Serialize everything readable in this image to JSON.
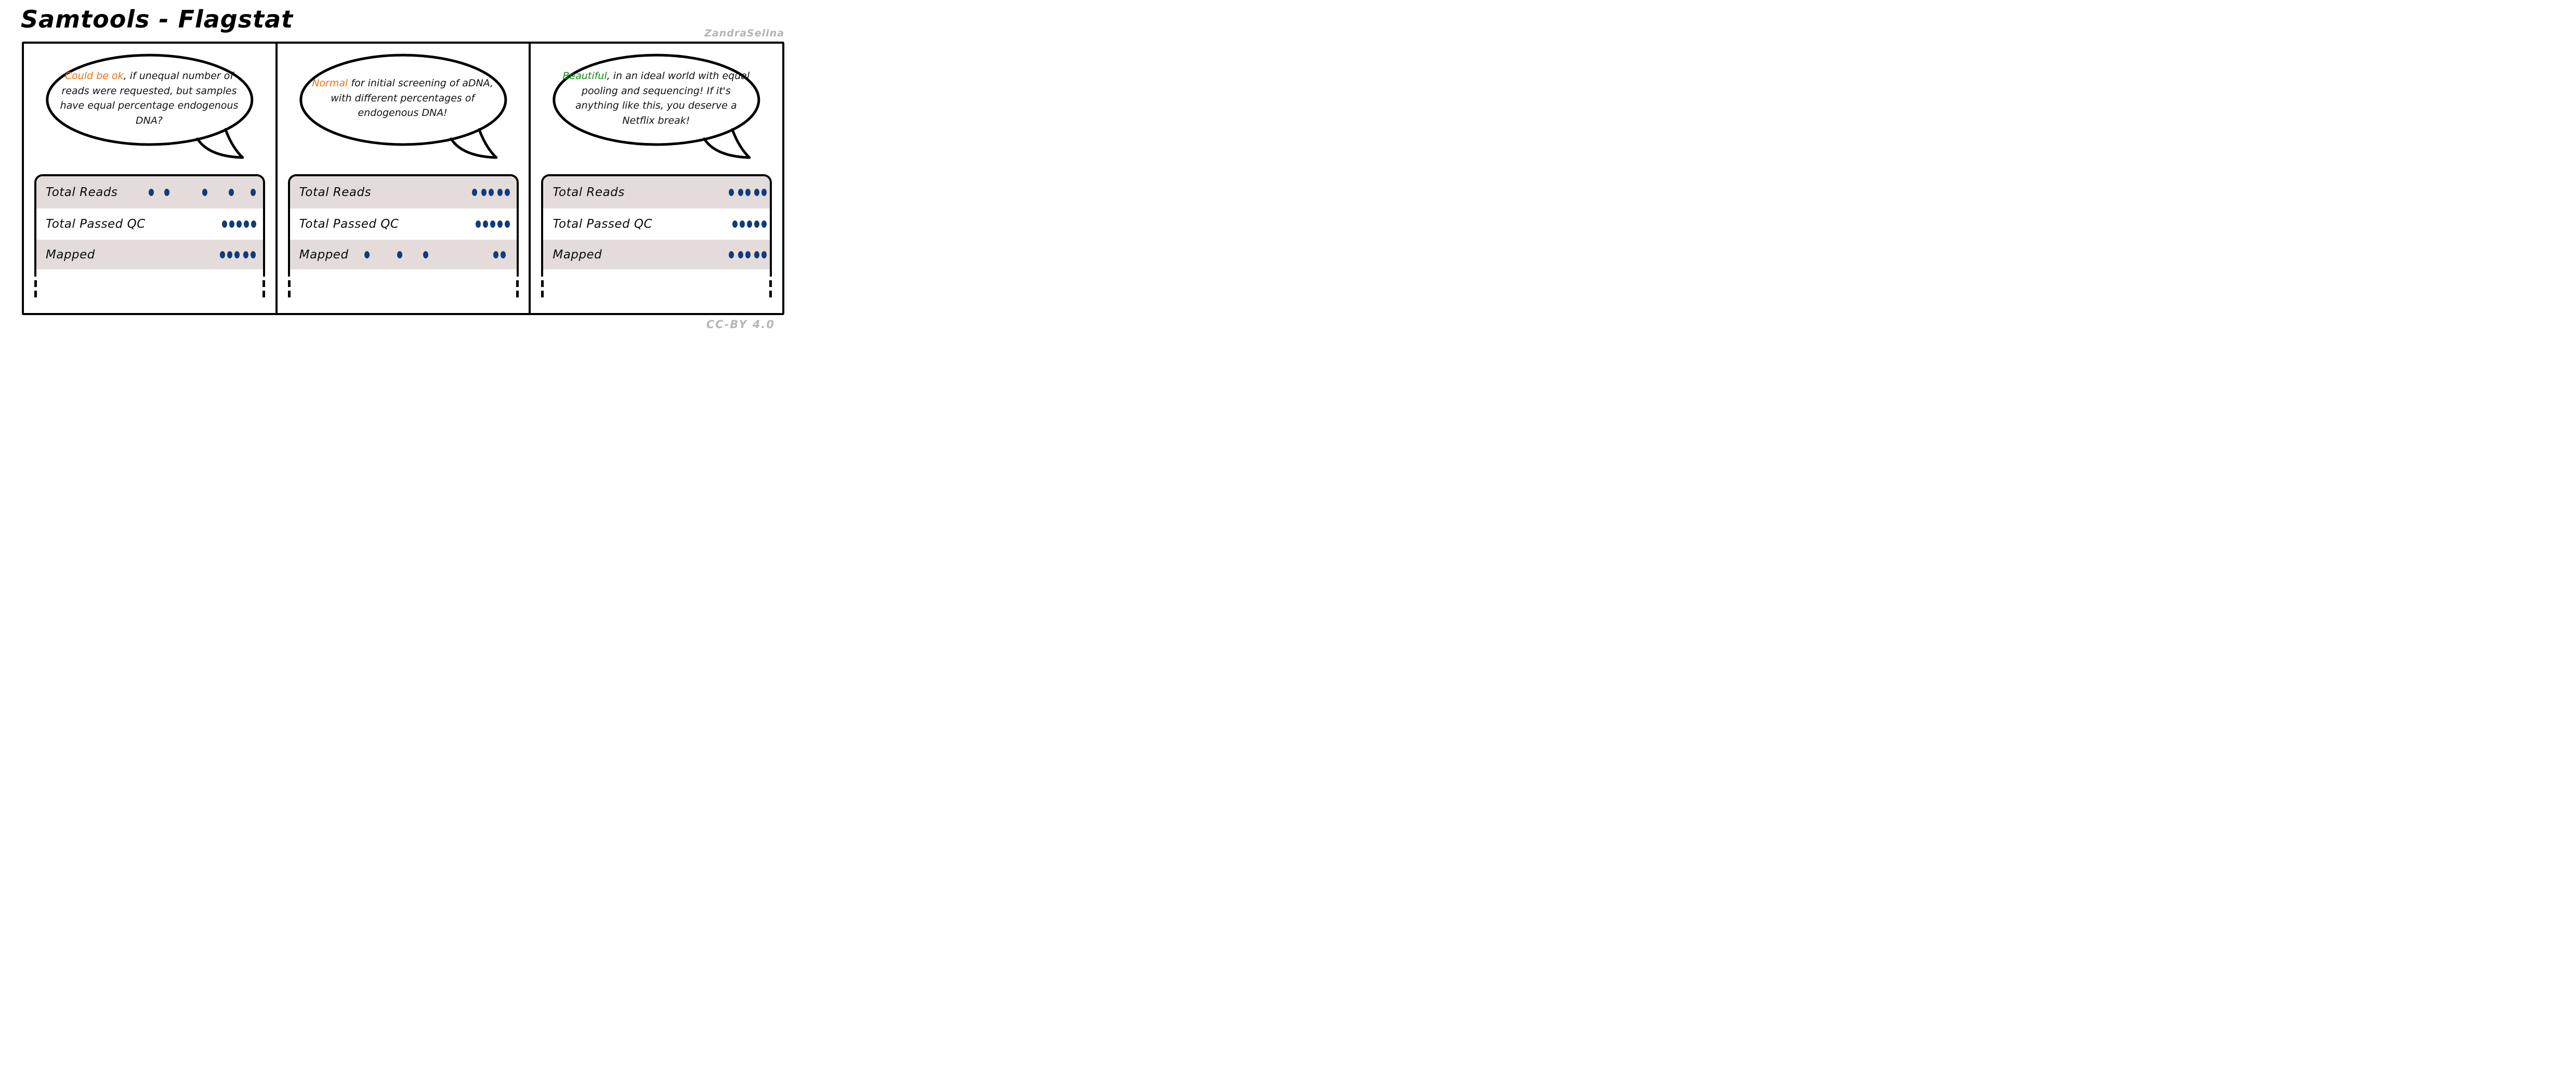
{
  "title": "Samtools - Flagstat",
  "credit": "ZandraSelina",
  "license": "CC-BY 4.0",
  "colors": {
    "dot": "#123a7c",
    "row_shade": "#e3dcda",
    "orange_accent": "#ee7012",
    "green_accent": "#118b11",
    "muted_gray": "#b3b3b3",
    "ink": "#000000"
  },
  "panels": [
    {
      "bubble": {
        "lead": "Could be ok",
        "lead_color": "#ee7012",
        "rest": ", if unequal number of reads were requested, but samples have equal percentage endogenous DNA?"
      },
      "table": {
        "rows": [
          {
            "label": "Total Reads",
            "shaded": true,
            "dot_count": 5,
            "dots": [
              221,
              251,
              324,
              375,
              417
            ]
          },
          {
            "label": "Total Passed QC",
            "shaded": false,
            "dot_count": 5,
            "dots": [
              362,
              376,
              390,
              404,
              418
            ]
          },
          {
            "label": "Mapped",
            "shaded": true,
            "dot_count": 5,
            "dots": [
              358,
              372,
              386,
              403,
              417
            ]
          }
        ]
      }
    },
    {
      "bubble": {
        "lead": "Normal",
        "lead_color": "#ee7012",
        "rest": " for initial screening of aDNA, with different percentages of endogenous DNA!"
      },
      "table": {
        "rows": [
          {
            "label": "Total Reads",
            "shaded": true,
            "dot_count": 5,
            "dots": [
              355,
              373,
              387,
              404,
              418
            ]
          },
          {
            "label": "Total Passed QC",
            "shaded": false,
            "dot_count": 5,
            "dots": [
              362,
              376,
              390,
              404,
              418
            ]
          },
          {
            "label": "Mapped",
            "shaded": true,
            "dot_count": 5,
            "dots": [
              148,
              211,
              261,
              396,
              410
            ]
          }
        ]
      }
    },
    {
      "bubble": {
        "lead": "Beautiful",
        "lead_color": "#118b11",
        "rest": ", in an ideal world with equal pooling and sequencing! If it's anything like this, you deserve a Netflix break!"
      },
      "table": {
        "rows": [
          {
            "label": "Total Reads",
            "shaded": true,
            "dot_count": 5,
            "dots": [
              362,
              380,
              394,
              411,
              425
            ]
          },
          {
            "label": "Total Passed QC",
            "shaded": false,
            "dot_count": 5,
            "dots": [
              369,
              383,
              397,
              411,
              425
            ]
          },
          {
            "label": "Mapped",
            "shaded": true,
            "dot_count": 5,
            "dots": [
              362,
              380,
              394,
              411,
              425
            ]
          }
        ]
      }
    }
  ]
}
